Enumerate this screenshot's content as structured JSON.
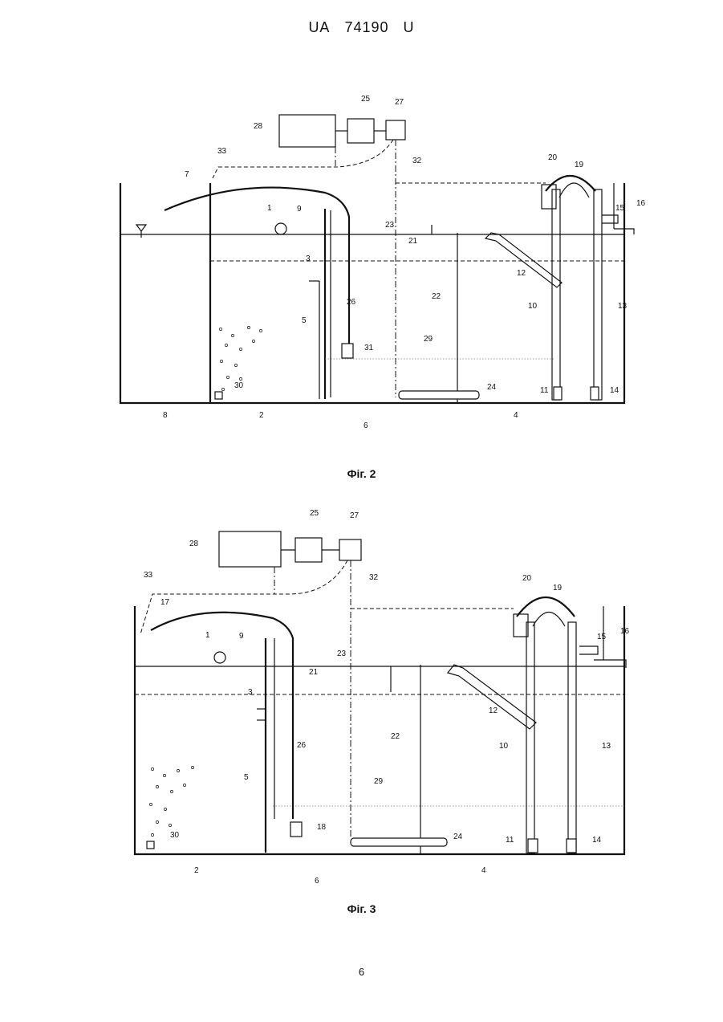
{
  "header": {
    "country": "UA",
    "number": "74190",
    "kind": "U"
  },
  "figures": [
    {
      "caption": "Фіг. 2",
      "labels": [
        "1",
        "2",
        "3",
        "4",
        "5",
        "6",
        "7",
        "8",
        "9",
        "10",
        "11",
        "12",
        "13",
        "14",
        "15",
        "16",
        "19",
        "20",
        "21",
        "22",
        "23",
        "24",
        "25",
        "26",
        "27",
        "28",
        "29",
        "30",
        "31",
        "32",
        "33"
      ]
    },
    {
      "caption": "Фіг. 3",
      "labels": [
        "1",
        "2",
        "3",
        "4",
        "5",
        "6",
        "9",
        "10",
        "11",
        "12",
        "13",
        "14",
        "15",
        "16",
        "17",
        "18",
        "19",
        "20",
        "21",
        "22",
        "23",
        "24",
        "25",
        "26",
        "27",
        "28",
        "29",
        "30",
        "32",
        "33"
      ]
    }
  ],
  "page_number": "6"
}
